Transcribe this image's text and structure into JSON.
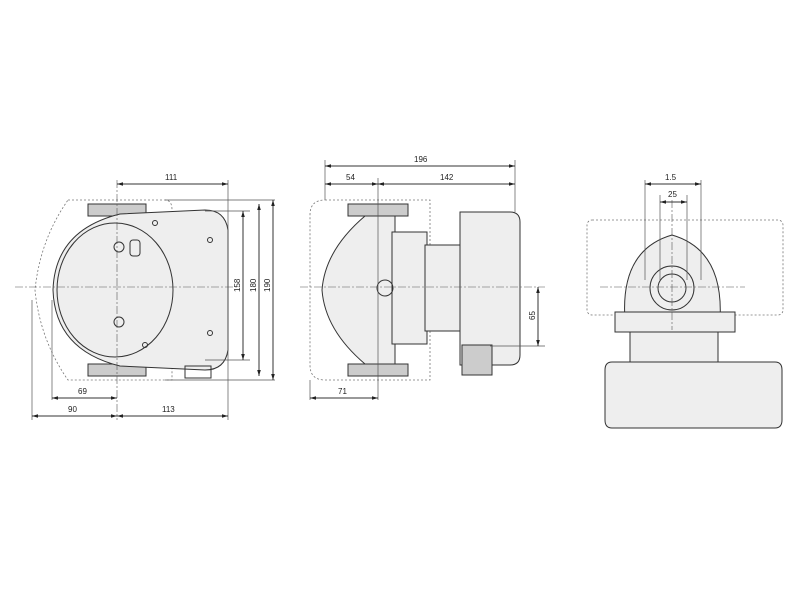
{
  "front_view": {
    "dims": {
      "top_width": "111",
      "left_inner": "69",
      "left_outer": "90",
      "right": "113",
      "height_1": "158",
      "height_2": "180",
      "height_3": "190"
    }
  },
  "side_view": {
    "dims": {
      "total_width": "196",
      "left_part": "54",
      "right_part": "142",
      "bottom_left": "71",
      "axis_height": "65"
    }
  },
  "end_view": {
    "dims": {
      "outer": "1.5",
      "inner": "25"
    }
  }
}
